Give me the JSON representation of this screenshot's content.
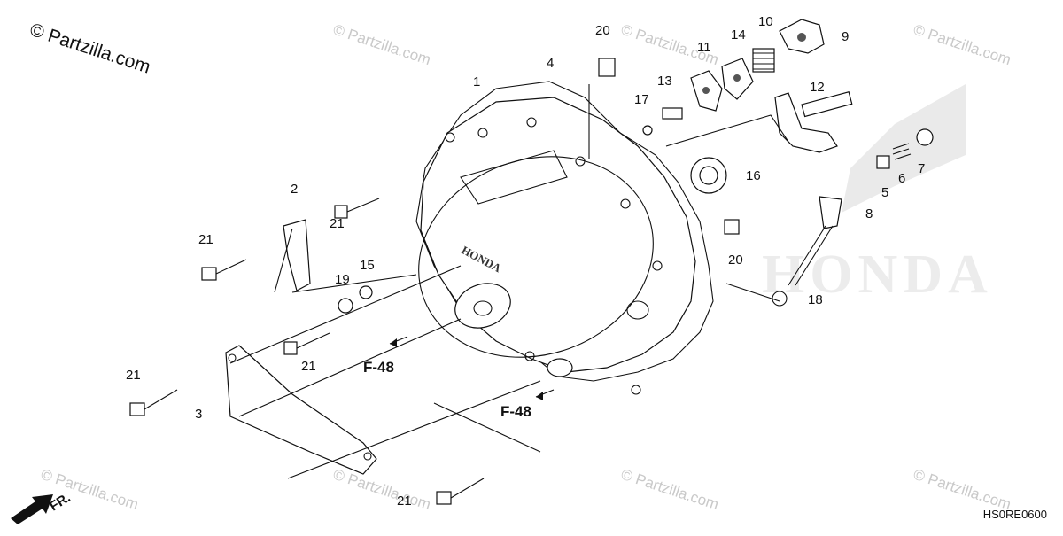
{
  "copyright": "© Partzilla.com",
  "diagram_code": "HS0RE0600",
  "front_label": "FR.",
  "reference_label": "F-48",
  "watermark": "© Partzilla.com",
  "background_logo": "HONDA",
  "cover_logo": "HONDA",
  "callouts": [
    "1",
    "2",
    "3",
    "4",
    "5",
    "6",
    "7",
    "8",
    "9",
    "10",
    "11",
    "12",
    "13",
    "14",
    "15",
    "16",
    "17",
    "18",
    "19",
    "20",
    "20",
    "21",
    "21",
    "21",
    "21",
    "21"
  ]
}
